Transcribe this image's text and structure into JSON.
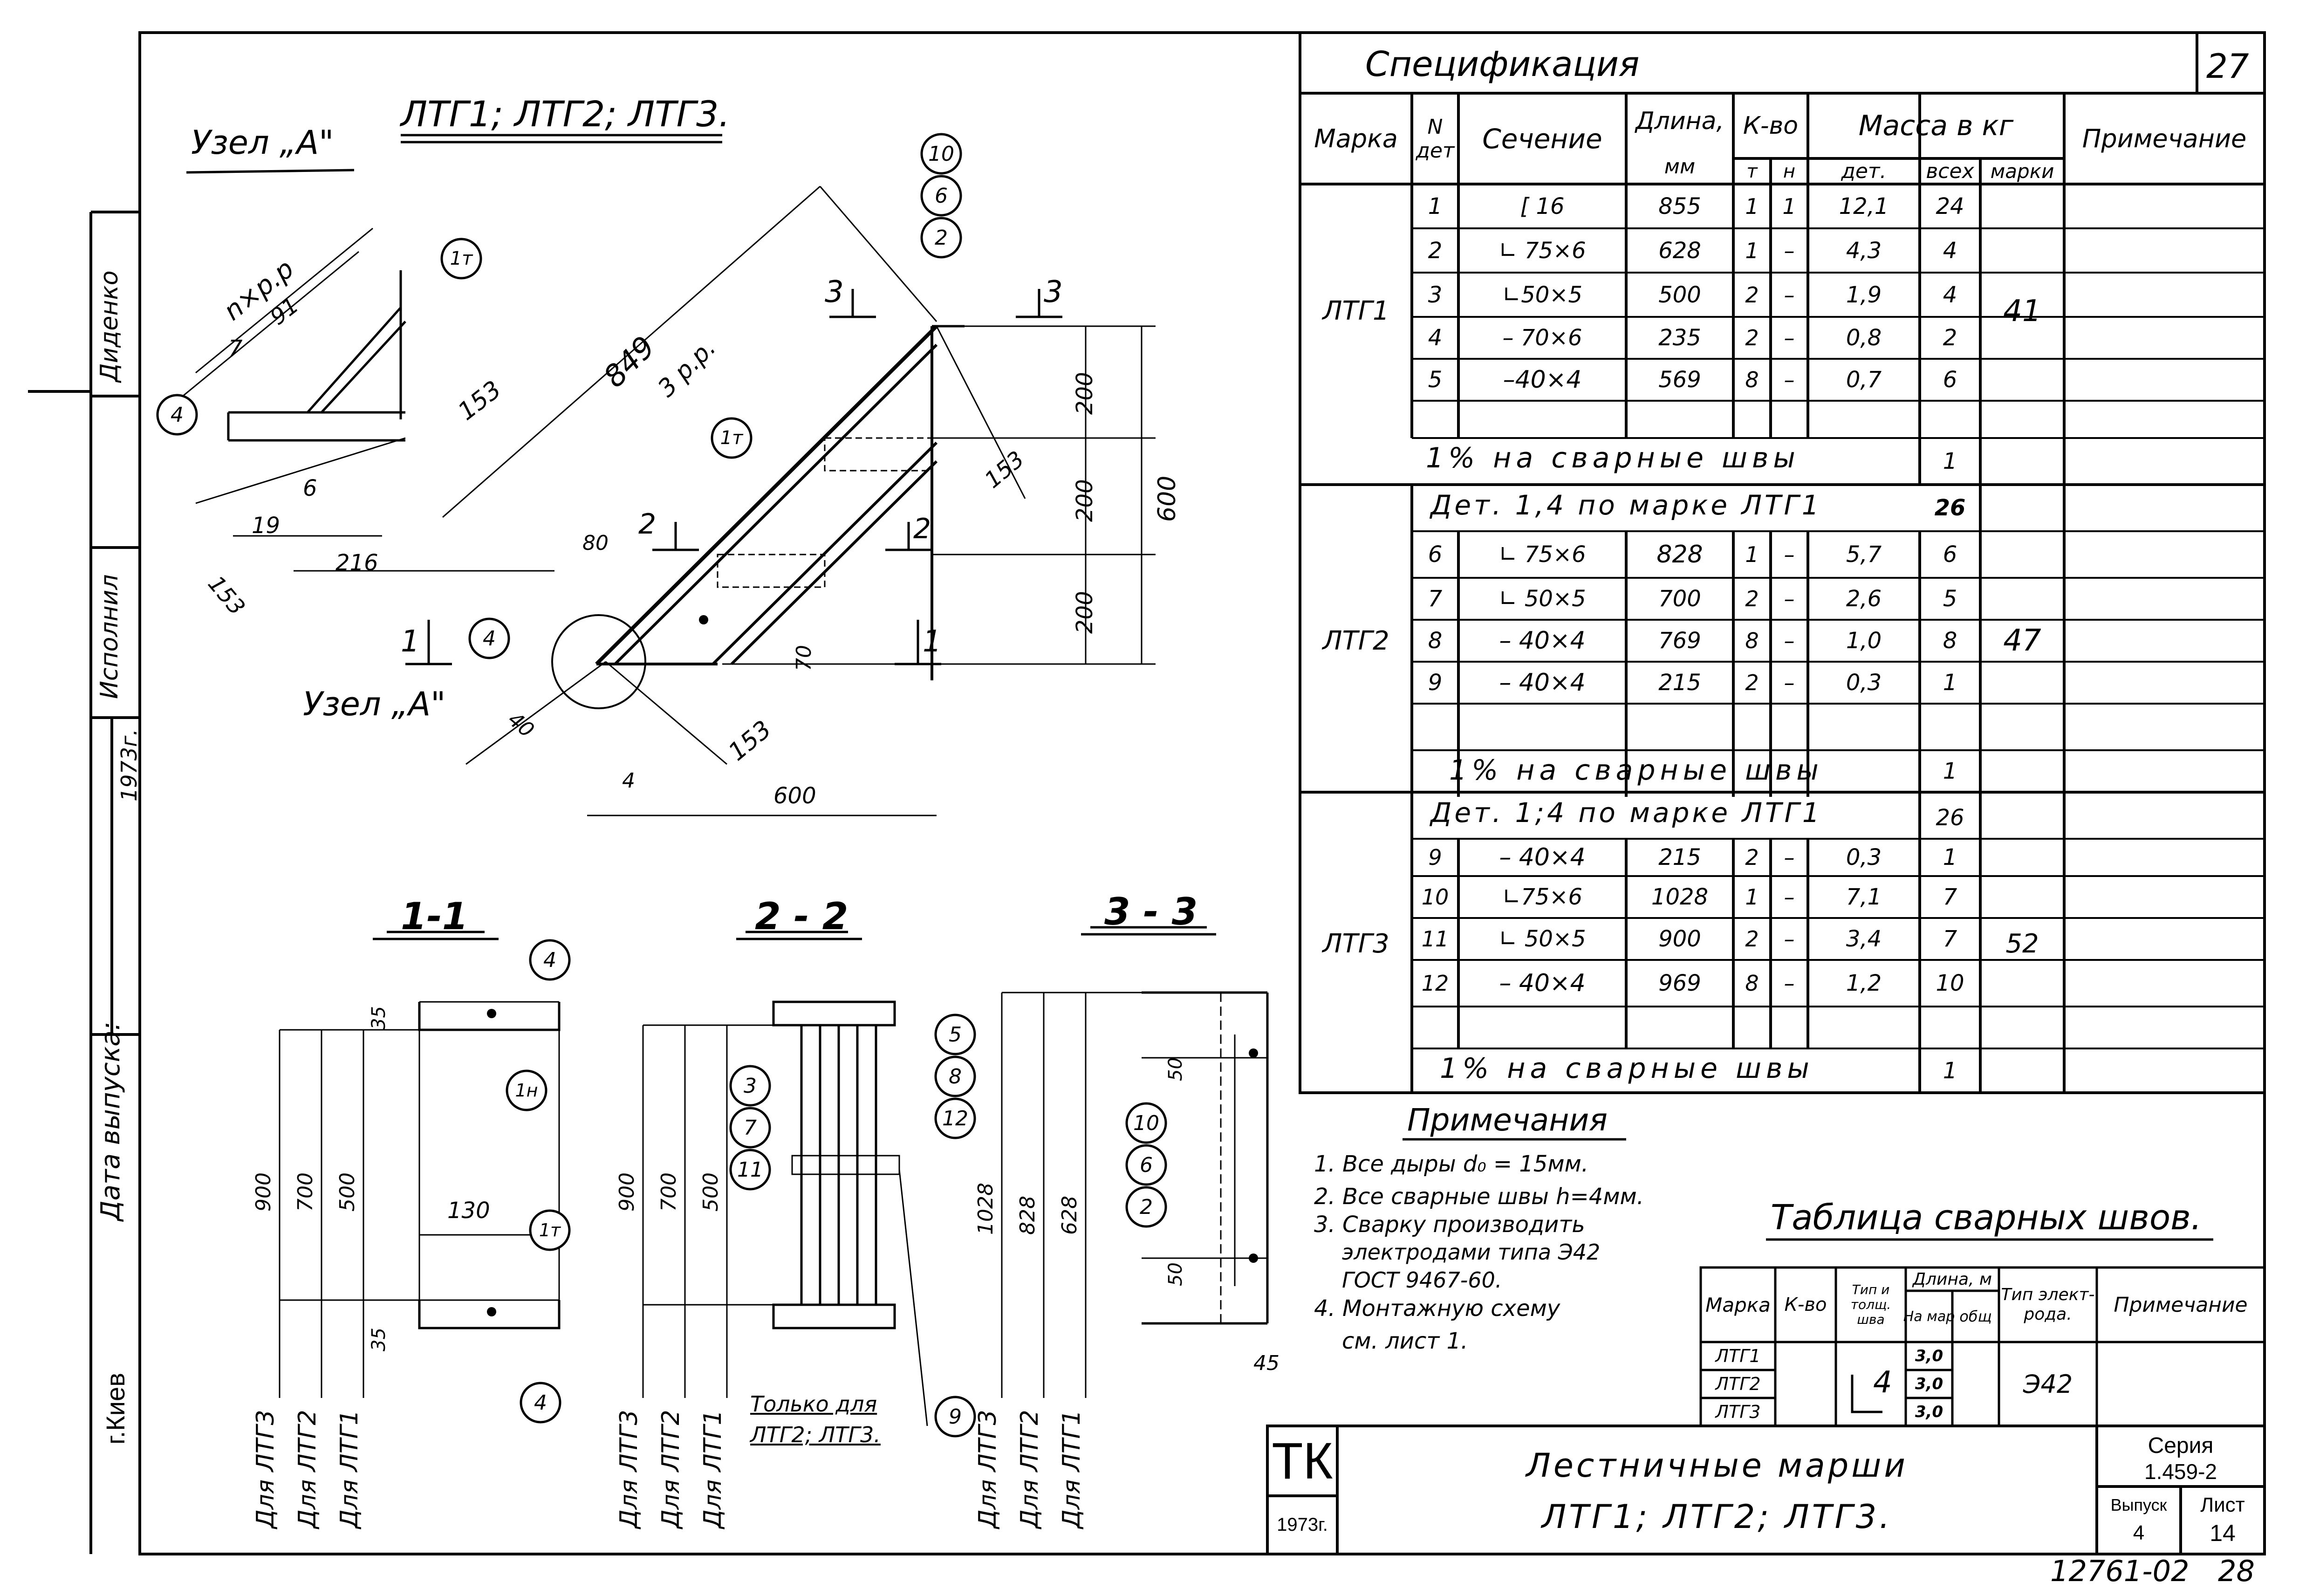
{
  "sheet": {
    "sheet_number": "27",
    "city": "г.Киев",
    "bottom_code": "12761-02",
    "bottom_page": "28",
    "left_strip": {
      "name1": "Диденко",
      "role": "Исполнил",
      "year": "1973г.",
      "date_label": "Дата выпуска:"
    }
  },
  "drawing": {
    "heading": "ЛТГ1; ЛТГ2; ЛТГ3.",
    "node_label": "Узел „А\"",
    "node_label2": "Узел „А\"",
    "dims": {
      "n_pp": "n×p.p",
      "d91": "91",
      "d7": "7",
      "d153a": "153",
      "d849": "849",
      "d3pp": "3 р.р.",
      "d6": "6",
      "d19": "19",
      "d216": "216",
      "d200a": "200",
      "d200b": "200",
      "d200c": "200",
      "d600v": "600",
      "d600h": "600",
      "d70": "70",
      "d80": "80",
      "d40": "40",
      "d153b": "153",
      "d153c": "153",
      "d153d": "153",
      "d4": "4"
    },
    "callouts": [
      "10",
      "6",
      "2",
      "1т",
      "4",
      "1т",
      "4"
    ],
    "section_marks": [
      "3",
      "3",
      "2",
      "2",
      "1",
      "1"
    ],
    "sections": [
      {
        "title": "1-1",
        "dims": [
          "900",
          "700",
          "500",
          "35",
          "130",
          "35"
        ],
        "labels": [
          "Для ЛТГ3",
          "Для ЛТГ2",
          "Для ЛТГ1"
        ],
        "callouts": [
          "4",
          "1н",
          "1т",
          "4"
        ]
      },
      {
        "title": "2 - 2",
        "dims": [
          "900",
          "700",
          "500"
        ],
        "labels": [
          "Для ЛТГ3",
          "Для ЛТГ2",
          "Для ЛТГ1"
        ],
        "callouts": [
          "3",
          "7",
          "11",
          "5",
          "8",
          "12",
          "9"
        ],
        "note": "Только для ЛТГ2; ЛТГ3."
      },
      {
        "title": "3 - 3",
        "dims": [
          "1028",
          "828",
          "628",
          "50",
          "50",
          "45"
        ],
        "labels": [
          "Для ЛТГ3",
          "Для ЛТГ2",
          "Для ЛТГ1"
        ],
        "callouts": [
          "10",
          "6",
          "2"
        ]
      }
    ]
  },
  "spec": {
    "title": "Спецификация",
    "headers": {
      "marka": "Марка",
      "ndet": "N дет",
      "sechenie": "Сечение",
      "dlina": "Длина,",
      "mm": "мм",
      "kvo": "К-во",
      "t": "т",
      "n": "н",
      "massa": "Масса в кг",
      "det": "дет.",
      "vseh": "всех",
      "marki": "марки",
      "prim": "Примечание"
    },
    "groups": [
      {
        "mark": "ЛТГ1",
        "mass_total": "41",
        "rows": [
          {
            "n": "1",
            "sec": "[ 16",
            "len": "855",
            "t": "1",
            "h": "1",
            "det": "12,1",
            "all": "24"
          },
          {
            "n": "2",
            "sec": "∟ 75×6",
            "len": "628",
            "t": "1",
            "h": "–",
            "det": "4,3",
            "all": "4"
          },
          {
            "n": "3",
            "sec": "∟50×5",
            "len": "500",
            "t": "2",
            "h": "–",
            "det": "1,9",
            "all": "4"
          },
          {
            "n": "4",
            "sec": "– 70×6",
            "len": "235",
            "t": "2",
            "h": "–",
            "det": "0,8",
            "all": "2"
          },
          {
            "n": "5",
            "sec": "–40×4",
            "len": "569",
            "t": "8",
            "h": "–",
            "det": "0,7",
            "all": "6"
          }
        ],
        "weld": {
          "label": "1% на сварные швы",
          "all": "1"
        }
      },
      {
        "mark": "ЛТГ2",
        "mass_total": "47",
        "ref": {
          "label": "Дет. 1,4 по марке ЛТГ1",
          "all": "26"
        },
        "rows": [
          {
            "n": "6",
            "sec": "∟ 75×6",
            "len": "828",
            "t": "1",
            "h": "–",
            "det": "5,7",
            "all": "6"
          },
          {
            "n": "7",
            "sec": "∟ 50×5",
            "len": "700",
            "t": "2",
            "h": "–",
            "det": "2,6",
            "all": "5"
          },
          {
            "n": "8",
            "sec": "– 40×4",
            "len": "769",
            "t": "8",
            "h": "–",
            "det": "1,0",
            "all": "8"
          },
          {
            "n": "9",
            "sec": "– 40×4",
            "len": "215",
            "t": "2",
            "h": "–",
            "det": "0,3",
            "all": "1"
          }
        ],
        "weld": {
          "label": "1% на сварные швы",
          "all": "1"
        }
      },
      {
        "mark": "ЛТГ3",
        "mass_total": "52",
        "ref": {
          "label": "Дет. 1;4 по марке ЛТГ1",
          "all": "26"
        },
        "rows": [
          {
            "n": "9",
            "sec": "– 40×4",
            "len": "215",
            "t": "2",
            "h": "–",
            "det": "0,3",
            "all": "1"
          },
          {
            "n": "10",
            "sec": "∟75×6",
            "len": "1028",
            "t": "1",
            "h": "–",
            "det": "7,1",
            "all": "7"
          },
          {
            "n": "11",
            "sec": "∟ 50×5",
            "len": "900",
            "t": "2",
            "h": "–",
            "det": "3,4",
            "all": "7"
          },
          {
            "n": "12",
            "sec": "– 40×4",
            "len": "969",
            "t": "8",
            "h": "–",
            "det": "1,2",
            "all": "10"
          }
        ],
        "weld": {
          "label": "1% на сварные швы",
          "all": "1"
        }
      }
    ]
  },
  "notes": {
    "title": "Примечания",
    "items": [
      "1. Все дыры d₀ = 15мм.",
      "2. Все сварные швы h=4мм.",
      "3. Сварку производить",
      "электродами типа Э42",
      "ГОСТ 9467-60.",
      "4. Монтажную схему",
      "см. лист 1."
    ]
  },
  "welds": {
    "title": "Таблица сварных швов.",
    "headers": {
      "marka": "Марка",
      "kvo": "К-во",
      "tip": "Тип и толщ. шва",
      "dlina": "Длина, м",
      "na_mar": "На мар",
      "obsh": "общ",
      "tip_el": "Тип элект-рода.",
      "prim": "Примечание"
    },
    "marks": [
      "ЛТГ1",
      "ЛТГ2",
      "ЛТГ3"
    ],
    "thickness": "4",
    "lengths": [
      "3,0",
      "3,0",
      "3,0"
    ],
    "electrode": "Э42"
  },
  "title_block": {
    "org": "ТК",
    "year": "1973г.",
    "name_line1": "Лестничные марши",
    "name_line2": "ЛТГ1; ЛТГ2; ЛТГ3.",
    "series_label": "Серия",
    "series_value": "1.459-2",
    "vypusk_label": "Выпуск",
    "vypusk_value": "4",
    "list_label": "Лист",
    "list_value": "14"
  }
}
